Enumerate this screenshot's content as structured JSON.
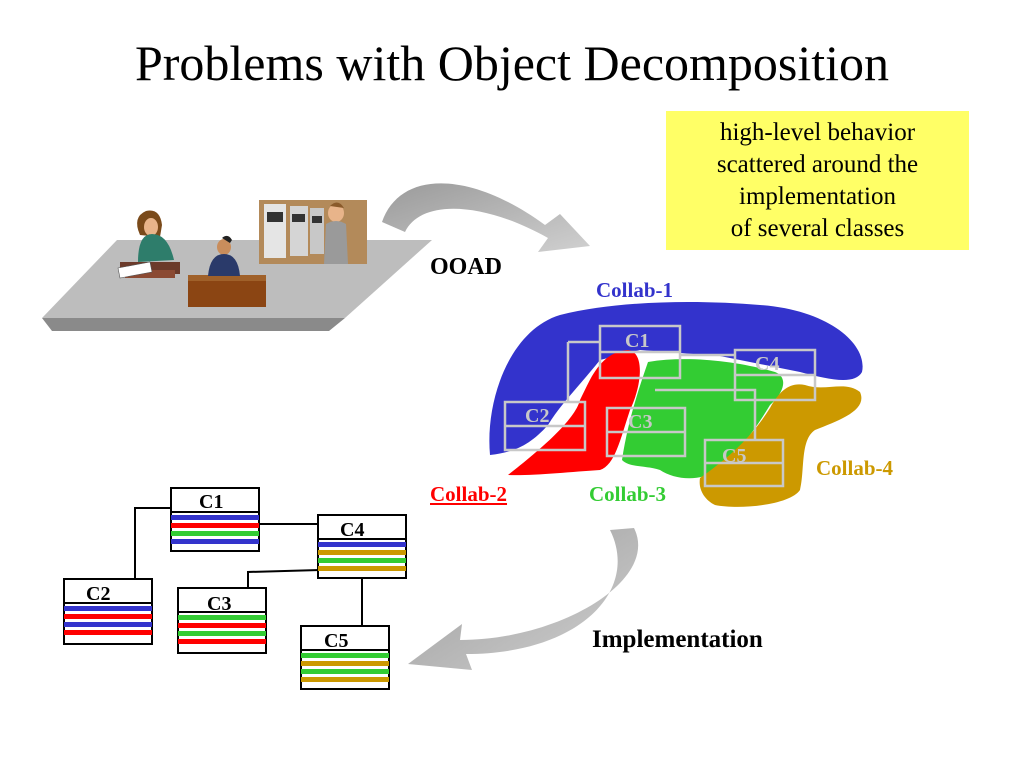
{
  "title": "Problems with Object Decomposition",
  "note": {
    "lines": [
      "high-level behavior",
      "scattered around the",
      "implementation",
      "of several classes"
    ]
  },
  "labels": {
    "ooad": "OOAD",
    "implementation": "Implementation"
  },
  "collabs": {
    "collab1": "Collab-1",
    "collab2": "Collab-2",
    "collab3": "Collab-3",
    "collab4": "Collab-4"
  },
  "colors": {
    "collab1": "#3333cc",
    "collab2": "#ff0000",
    "collab3": "#33cc33",
    "collab4": "#cc9900",
    "note_bg": "#ffff66"
  },
  "blob_classes": [
    "C1",
    "C2",
    "C3",
    "C4",
    "C5"
  ],
  "class_boxes": [
    "C1",
    "C2",
    "C3",
    "C4",
    "C5"
  ],
  "icons": [
    "meeting-room-clipart",
    "curved-arrow-icon"
  ]
}
